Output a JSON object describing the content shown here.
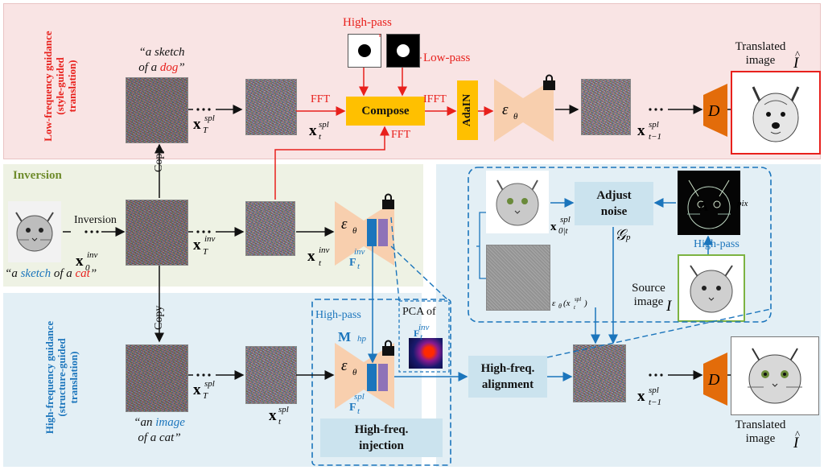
{
  "panels": {
    "low": "Low-frequency guidance\n(style-guided\ntranslation)",
    "inversion": "Inversion",
    "high": "High-frequency guidance\n(structure-guided\ntranslation)"
  },
  "prompts": {
    "dog_pre": "“a sketch",
    "dog_of": "of a ",
    "dog_word": "dog",
    "dog_end": "”",
    "cat_pre": "“a ",
    "cat_sketch": "sketch",
    "cat_of": " of a ",
    "cat_word": "cat",
    "cat_end": "”",
    "img_pre": "“an ",
    "img_word": "image",
    "img_line2": "of a cat”"
  },
  "labels": {
    "high_pass": "High-pass",
    "low_pass": "Low-pass",
    "fft1": "FFT",
    "fft2": "FFT",
    "ifft": "IFFT",
    "compose": "Compose",
    "adain": "AdaIN",
    "translated": "Translated",
    "image_word": "image",
    "copy1": "Copy",
    "copy2": "Copy",
    "inversion_arrow": "Inversion",
    "adjust1": "Adjust",
    "adjust2": "noise",
    "high_pass_blue": "High-pass",
    "source1": "Source",
    "source2": "image",
    "high_pass_m": "High-pass",
    "pca": "PCA of",
    "hf_align1": "High-freq.",
    "hf_align2": "alignment",
    "hf_inj1": "High-freq.",
    "hf_inj2": "injection"
  },
  "colors": {
    "low_bg": "#f9e4e4",
    "inv_bg": "#eef2e4",
    "high_bg": "#e3eff5",
    "red": "#e8201c",
    "blue": "#1b75bc",
    "compose": "#ffc000",
    "unet": "#f8cfae",
    "decoder": "#e36c0a",
    "lightblue_box": "#cbe3ee",
    "green_text": "#6f8c2c"
  }
}
